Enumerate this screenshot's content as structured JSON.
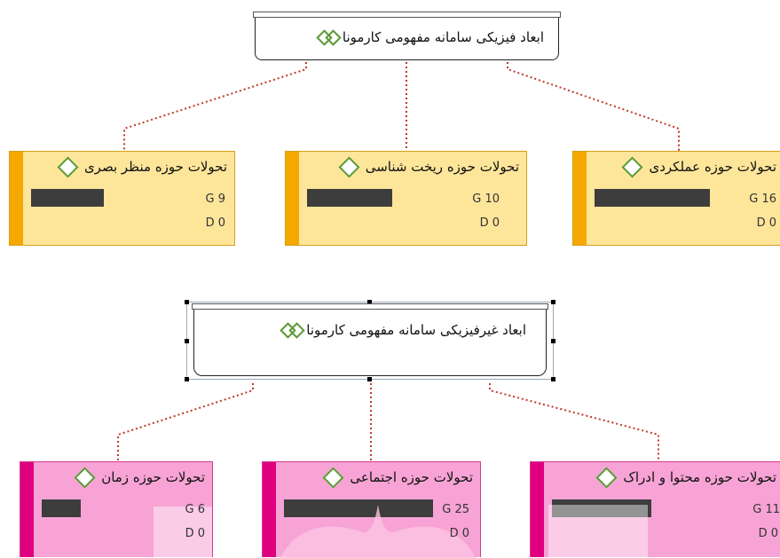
{
  "top_group": {
    "parent_title": "ابعاد فیزیکی سامانه مفهومی کارمونا",
    "children": [
      {
        "title": "تحولات حوزه منظر بصری",
        "g": "G  9",
        "d": "D  0"
      },
      {
        "title": "تحولات حوزه ریخت شناسی",
        "g": "G  10",
        "d": "D   0"
      },
      {
        "title": "تحولات حوزه عملکردی",
        "g": "G  16",
        "d": "D   0"
      }
    ]
  },
  "bottom_group": {
    "parent_title": "ابعاد غیرفیزیکی سامانه مفهومی کارمونا",
    "children": [
      {
        "title": "تحولات حوزه زمان",
        "g": "G  6",
        "d": "D  0"
      },
      {
        "title": "تحولات حوزه اجتماعی",
        "g": "G  25",
        "d": "D   0"
      },
      {
        "title": "تحولات حوزه محتوا و ادراک",
        "g": "G  11",
        "d": "D  0"
      }
    ]
  },
  "colors": {
    "top_fill": "#fde59a",
    "top_accent": "#f5a800",
    "bottom_fill": "#f7a3d5",
    "bottom_accent": "#e0007f",
    "connector": "#c0392b",
    "icon_green": "#5a9a32"
  }
}
